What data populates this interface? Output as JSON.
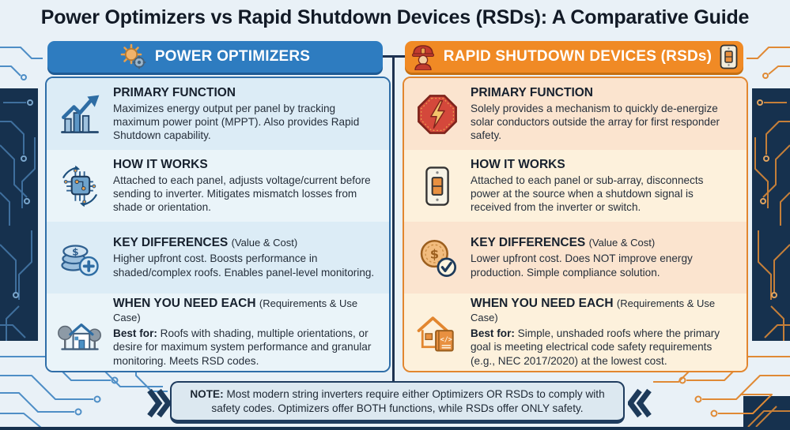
{
  "title": "Power Optimizers vs Rapid Shutdown Devices (RSDs): A Comparative Guide",
  "colors": {
    "background": "#e9f1f7",
    "optimizer_accent": "#2e7cc0",
    "rsd_accent": "#f08a25",
    "navy": "#16314e",
    "note_background": "#dce8f0"
  },
  "columns": [
    {
      "id": "power-optimizers",
      "header_label": "POWER OPTIMIZERS",
      "header_icon": "sun-gear-icon",
      "accent": "#2e7cc0",
      "sections": [
        {
          "icon": "bar-chart-growth-icon",
          "heading": "PRIMARY FUNCTION",
          "body": "Maximizes energy output per panel by tracking maximum power point (MPPT). Also provides Rapid Shutdown capability."
        },
        {
          "icon": "circuit-chip-icon",
          "heading": "HOW IT WORKS",
          "body": "Attached to each panel, adjusts voltage/current before sending to inverter. Mitigates mismatch losses from shade or orientation."
        },
        {
          "icon": "coins-plus-icon",
          "heading": "KEY DIFFERENCES",
          "heading_suffix": "(Value & Cost)",
          "body": "Higher upfront cost. Boosts performance in shaded/complex roofs. Enables panel-level monitoring."
        },
        {
          "icon": "house-trees-icon",
          "heading": "WHEN YOU NEED EACH",
          "heading_suffix": "(Requirements & Use Case)",
          "body_prefix": "Best for:",
          "body": "Roofs with shading, multiple orientations, or desire for maximum system performance and granular monitoring. Meets RSD codes."
        }
      ]
    },
    {
      "id": "rapid-shutdown-devices",
      "header_label": "RAPID SHUTDOWN DEVICES (RSDs)",
      "header_icon": "firefighter-icon",
      "header_icon_right": "switch-icon",
      "accent": "#f08a25",
      "sections": [
        {
          "icon": "stop-bolt-icon",
          "heading": "PRIMARY FUNCTION",
          "body": "Solely provides a mechanism to quickly de-energize solar conductors outside the array for first responder safety."
        },
        {
          "icon": "switch-plate-icon",
          "heading": "HOW IT WORKS",
          "body": "Attached to each panel or sub-array, disconnects power at the source when a shutdown signal is received from the inverter or switch."
        },
        {
          "icon": "coin-check-icon",
          "heading": "KEY DIFFERENCES",
          "heading_suffix": "(Value & Cost)",
          "body": "Lower upfront cost. Does NOT improve energy production. Simple compliance solution."
        },
        {
          "icon": "house-code-book-icon",
          "heading": "WHEN YOU NEED EACH",
          "heading_suffix": "(Requirements & Use Case)",
          "body_prefix": "Best for:",
          "body": "Simple, unshaded roofs where the primary goal is meeting electrical code safety requirements (e.g., NEC 2017/2020) at the lowest cost."
        }
      ]
    }
  ],
  "note": {
    "prefix": "NOTE:",
    "text": "Most modern string inverters require either Optimizers OR RSDs to comply with safety codes. Optimizers offer BOTH functions, while RSDs offer ONLY safety."
  }
}
